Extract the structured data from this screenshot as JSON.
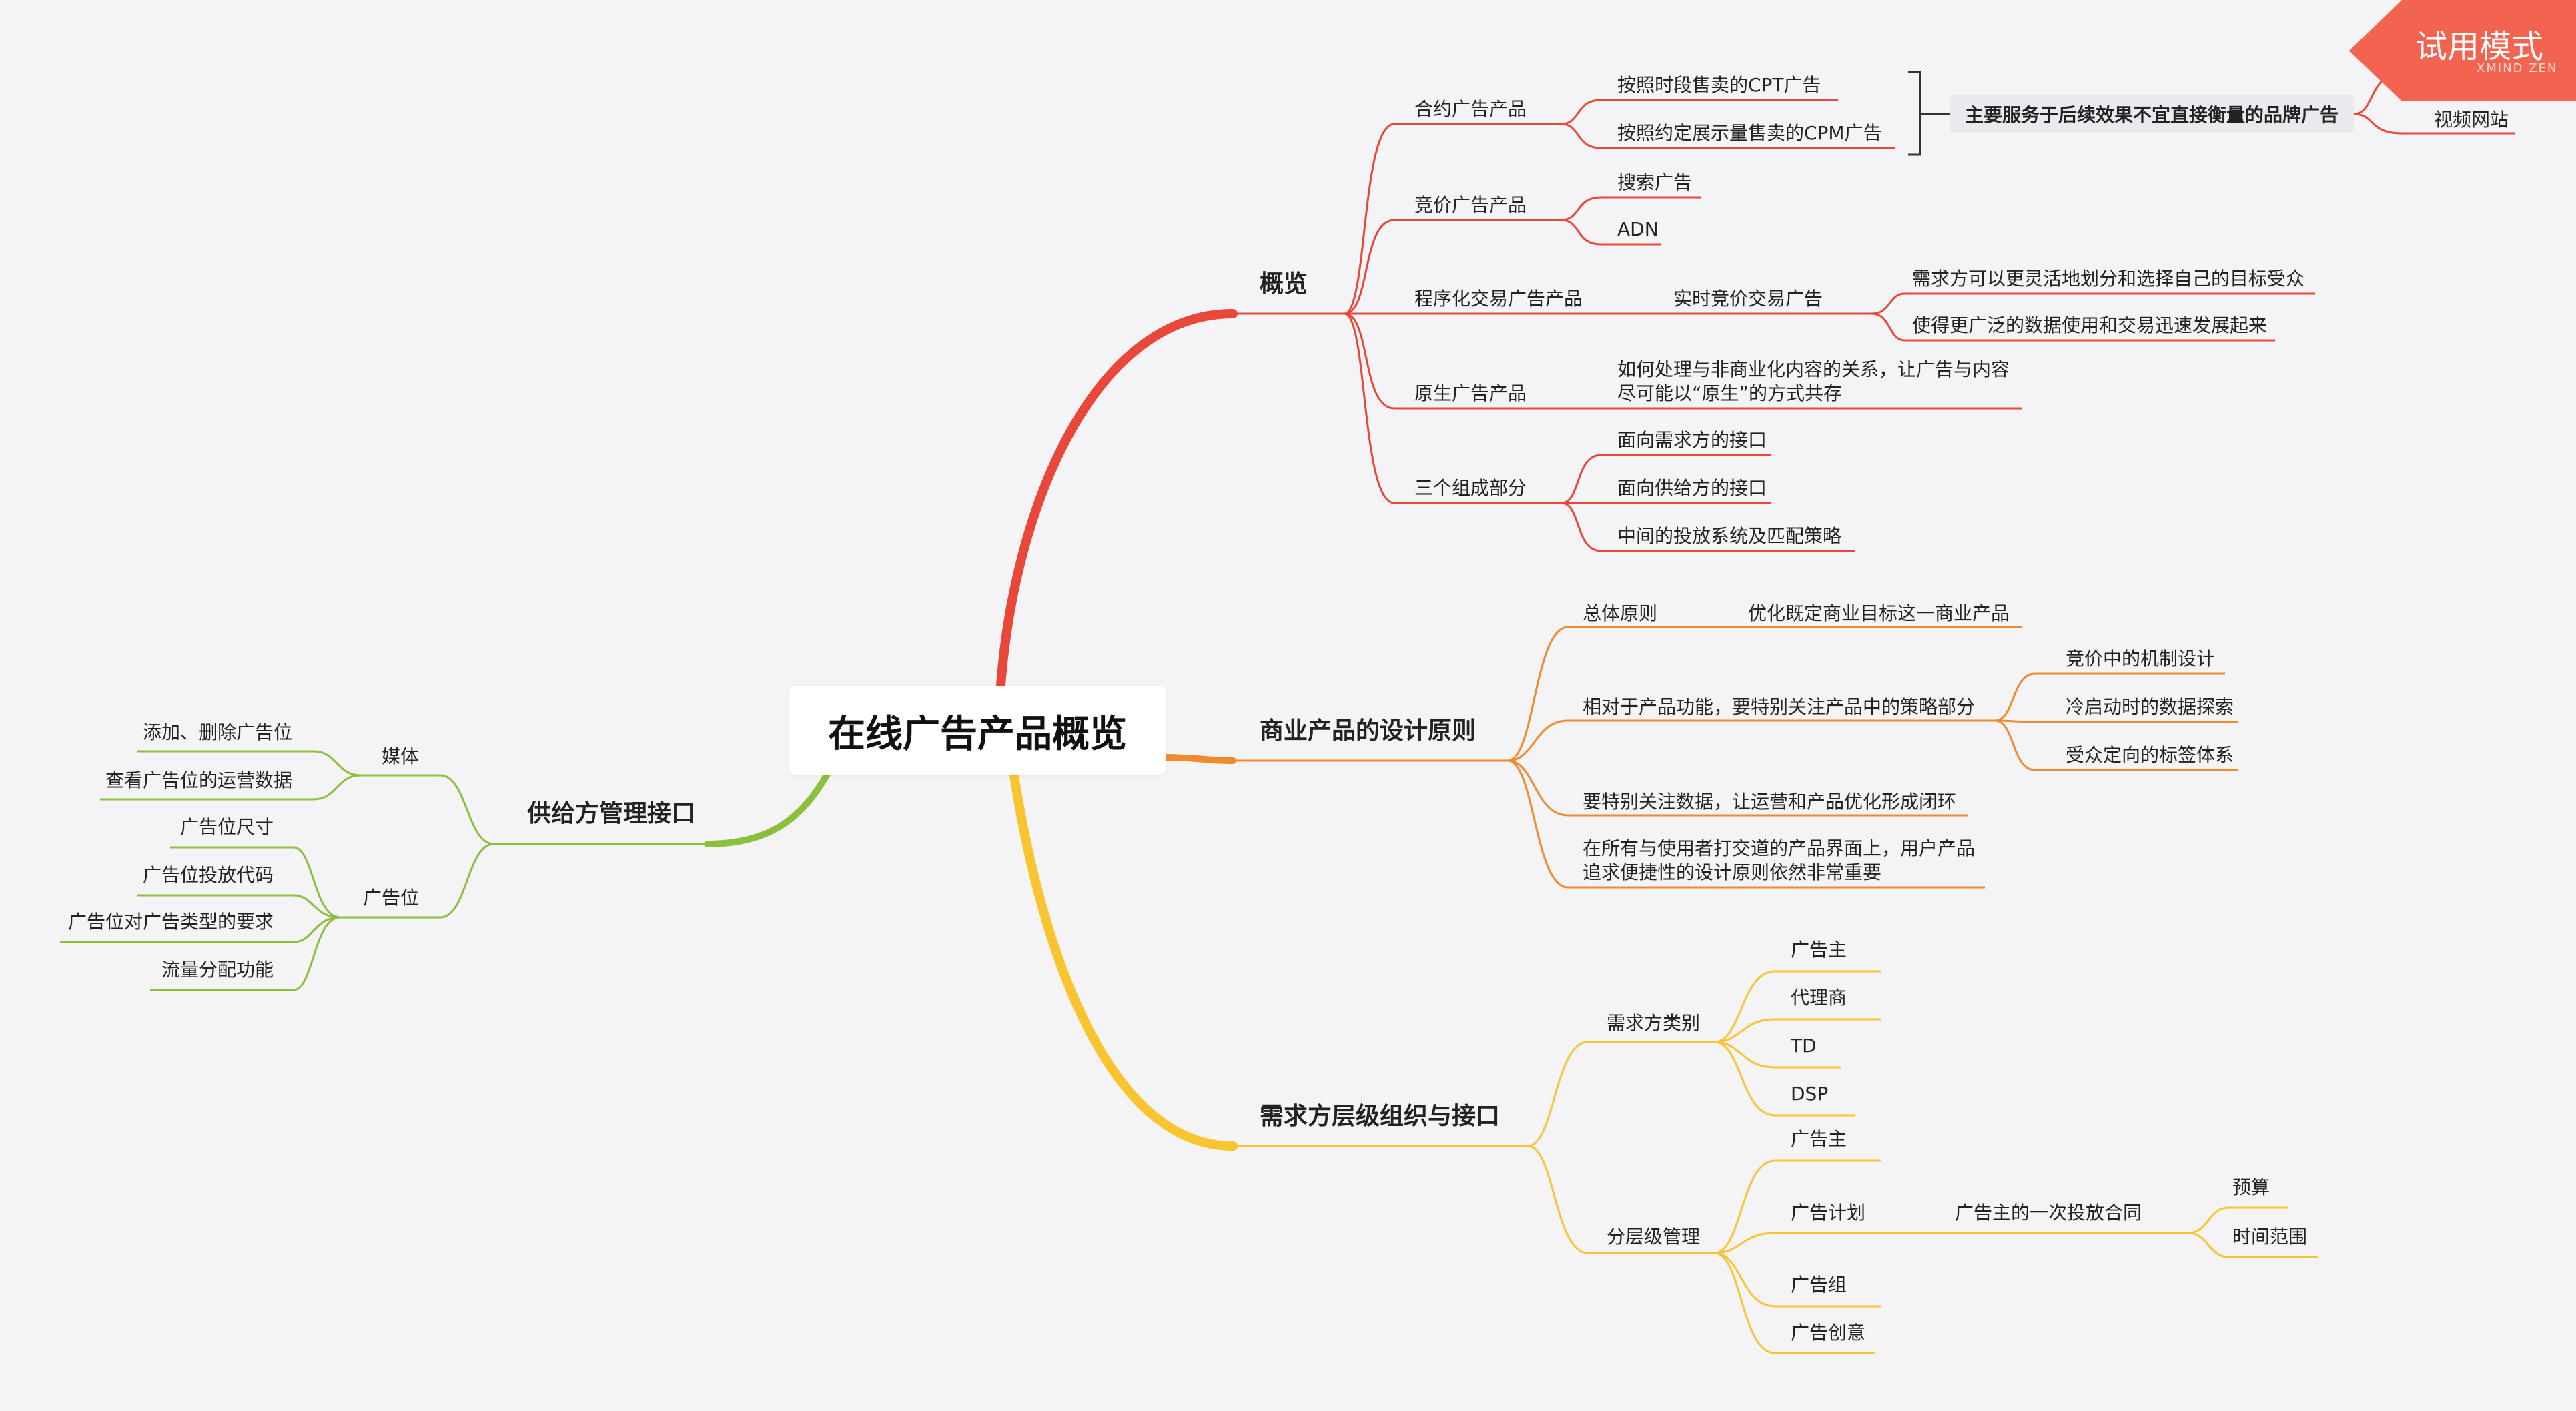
{
  "root": {
    "title": "在线广告产品概览"
  },
  "branches": {
    "overview": {
      "label": "概览",
      "contract": {
        "label": "合约广告产品",
        "items": [
          "按照时段售卖的CPT广告",
          "按照约定展示量售卖的CPM广告"
        ],
        "callout": "主要服务于后续效果不宜直接衡量的品牌广告",
        "extra": "视频网站"
      },
      "bidding": {
        "label": "竞价广告产品",
        "items": [
          "搜索广告",
          "ADN"
        ]
      },
      "programmatic": {
        "label": "程序化交易广告产品",
        "sub": "实时竞价交易广告",
        "items": [
          "需求方可以更灵活地划分和选择自己的目标受众",
          "使得更广泛的数据使用和交易迅速发展起来"
        ]
      },
      "native": {
        "label": "原生广告产品",
        "desc": "如何处理与非商业化内容的关系，让广告与内容\n尽可能以“原生”的方式共存"
      },
      "components": {
        "label": "三个组成部分",
        "items": [
          "面向需求方的接口",
          "面向供给方的接口",
          "中间的投放系统及匹配策略"
        ]
      }
    },
    "design": {
      "label": "商业产品的设计原则",
      "general": {
        "label": "总体原则",
        "value": "优化既定商业目标这一商业产品"
      },
      "strategy": {
        "label": "相对于产品功能，要特别关注产品中的策略部分",
        "items": [
          "竞价中的机制设计",
          "冷启动时的数据探索",
          "受众定向的标签体系"
        ]
      },
      "data": {
        "label": "要特别关注数据，让运营和产品优化形成闭环"
      },
      "ui": {
        "label": "在所有与使用者打交道的产品界面上，用户产品\n追求便捷性的设计原则依然非常重要"
      }
    },
    "demand": {
      "label": "需求方层级组织与接口",
      "types": {
        "label": "需求方类别",
        "items": [
          "广告主",
          "代理商",
          "TD",
          "DSP"
        ]
      },
      "hierarchy": {
        "label": "分层级管理",
        "advertiser": "广告主",
        "plan": "广告计划",
        "plan_desc": "广告主的一次投放合同",
        "plan_items": [
          "预算",
          "时间范围"
        ],
        "group": "广告组",
        "creative": "广告创意"
      }
    },
    "supply": {
      "label": "供给方管理接口",
      "media": {
        "label": "媒体",
        "items": [
          "添加、删除广告位",
          "查看广告位的运营数据"
        ]
      },
      "slot": {
        "label": "广告位",
        "items": [
          "广告位尺寸",
          "广告位投放代码",
          "广告位对广告类型的要求",
          "流量分配功能"
        ]
      }
    }
  },
  "watermark": {
    "title": "试用模式",
    "sub": "XMIND ZEN",
    "bg_color": "#f26450"
  },
  "colors": {
    "overview": "#e8473a",
    "design": "#f08a2c",
    "demand": "#f8c430",
    "supply": "#8cc03c"
  }
}
